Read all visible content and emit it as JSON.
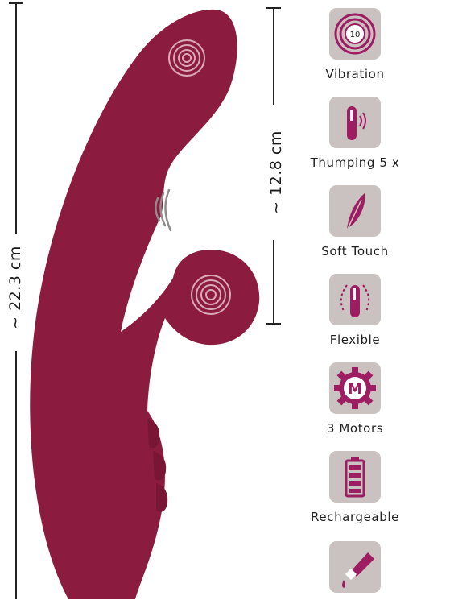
{
  "dimensions": {
    "total_length": "~ 22.3 cm",
    "inner_length": "~ 12.8 cm"
  },
  "vibration_badge": "10",
  "motor_badge": "M",
  "colors": {
    "product": "#8c1c3f",
    "icon_tile": "#c9c2c0",
    "icon_accent": "#9e1d62",
    "ring": "#d9a9b5"
  },
  "features": [
    {
      "label": "Vibration",
      "icon": "vibration-icon"
    },
    {
      "label": "Thumping 5 x",
      "icon": "thumping-icon"
    },
    {
      "label": "Soft Touch",
      "icon": "feather-icon"
    },
    {
      "label": "Flexible",
      "icon": "flexible-icon"
    },
    {
      "label": "3 Motors",
      "icon": "motor-gear-icon"
    },
    {
      "label": "Rechargeable",
      "icon": "battery-icon"
    },
    {
      "label": "",
      "icon": "lubricant-tube-icon"
    }
  ]
}
